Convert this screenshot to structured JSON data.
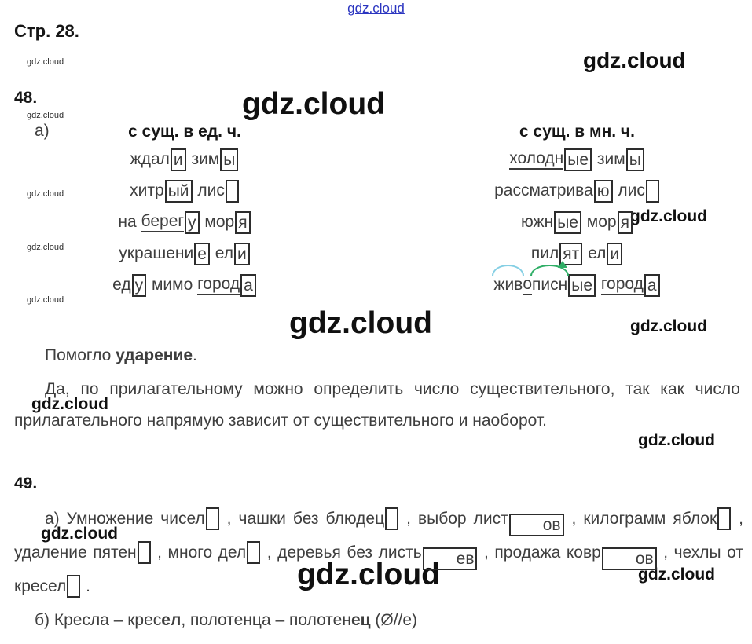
{
  "brand": "gdz.cloud",
  "page": {
    "title": "Стр. 28."
  },
  "colors": {
    "text": "#3e3e3e",
    "heading": "#161616",
    "box_border": "#2d2d2d",
    "link_blue": "#2b35c0",
    "arc_blue": "#85cfe4",
    "arc_green": "#2fae66",
    "watermark": "#101010"
  },
  "ex48": {
    "number": "48.",
    "item_label": "а)",
    "col1": {
      "header": "с сущ. в ед. ч.",
      "rows": [
        [
          {
            "t": "ждал"
          },
          {
            "t": "и",
            "c": "mbox"
          },
          {
            "t": " зим"
          },
          {
            "t": "ы",
            "c": "mbox"
          }
        ],
        [
          {
            "t": "хитр"
          },
          {
            "t": "ый",
            "c": "mbox"
          },
          {
            "t": " лис"
          },
          {
            "t": "",
            "c": "mbox empty"
          }
        ],
        [
          {
            "t": "на "
          },
          {
            "t": "берег",
            "c": "u"
          },
          {
            "t": "у",
            "c": "mbox"
          },
          {
            "t": " мор"
          },
          {
            "t": "я",
            "c": "mbox"
          }
        ],
        [
          {
            "t": "украшени"
          },
          {
            "t": "е",
            "c": "mbox"
          },
          {
            "t": " ел"
          },
          {
            "t": "и",
            "c": "mbox"
          }
        ],
        [
          {
            "t": "ед"
          },
          {
            "t": "у",
            "c": "mbox"
          },
          {
            "t": " мимо "
          },
          {
            "t": "город",
            "c": "u"
          },
          {
            "t": "а",
            "c": "mbox"
          }
        ]
      ]
    },
    "col2": {
      "header": "с сущ. в мн. ч.",
      "rows": [
        [
          {
            "t": "холодн",
            "c": "u"
          },
          {
            "t": "ые",
            "c": "mbox"
          },
          {
            "t": " зим"
          },
          {
            "t": "ы",
            "c": "mbox"
          }
        ],
        [
          {
            "t": "рассматрива"
          },
          {
            "t": "ю",
            "c": "mbox"
          },
          {
            "t": " лис"
          },
          {
            "t": "",
            "c": "mbox empty"
          }
        ],
        [
          {
            "t": "южн"
          },
          {
            "t": "ые",
            "c": "mbox"
          },
          {
            "t": " мор"
          },
          {
            "t": "я",
            "c": "mbox"
          }
        ],
        [
          {
            "t": "пил"
          },
          {
            "t": "ят",
            "c": "mbox"
          },
          {
            "t": " ел"
          },
          {
            "t": "и",
            "c": "mbox"
          }
        ],
        [
          {
            "t": "жив",
            "c": "arc arc-blue"
          },
          {
            "t": "о",
            "c": "u"
          },
          {
            "t": "писн",
            "c": "arc arc-green"
          },
          {
            "t": "ые",
            "c": "mbox"
          },
          {
            "t": " "
          },
          {
            "t": "город",
            "c": "u"
          },
          {
            "t": "а",
            "c": "mbox"
          }
        ]
      ]
    },
    "helped": [
      {
        "t": "Помогло "
      },
      {
        "t": "ударение",
        "c": "b"
      },
      {
        "t": "."
      }
    ],
    "answer": "Да, по прилагательному можно определить число существительного, так как число прилагательного напрямую зависит от существительного и наоборот."
  },
  "ex49": {
    "number": "49.",
    "part_a": [
      {
        "t": "а) Умножение чисел"
      },
      {
        "t": "",
        "c": "mbox empty"
      },
      {
        "t": " , чашки без блюдец"
      },
      {
        "t": "",
        "c": "mbox empty"
      },
      {
        "t": " , выбор лист"
      },
      {
        "t": "ов",
        "c": "mbox"
      },
      {
        "t": " , килограмм яблок"
      },
      {
        "t": "",
        "c": "mbox empty"
      },
      {
        "t": " , удаление пятен"
      },
      {
        "t": "",
        "c": "mbox empty"
      },
      {
        "t": " , много дел"
      },
      {
        "t": "",
        "c": "mbox empty"
      },
      {
        "t": " , деревья без листь"
      },
      {
        "t": "ев",
        "c": "mbox"
      },
      {
        "t": " , продажа ковр"
      },
      {
        "t": "ов",
        "c": "mbox"
      },
      {
        "t": " , чехлы от кресел"
      },
      {
        "t": "",
        "c": "mbox empty"
      },
      {
        "t": " ."
      }
    ],
    "part_b": [
      {
        "t": "б) Кресла – крес"
      },
      {
        "t": "ел",
        "c": "b"
      },
      {
        "t": ", полотенца – полотен"
      },
      {
        "t": "ец",
        "c": "b"
      },
      {
        "t": " (Ø//е)"
      }
    ]
  }
}
